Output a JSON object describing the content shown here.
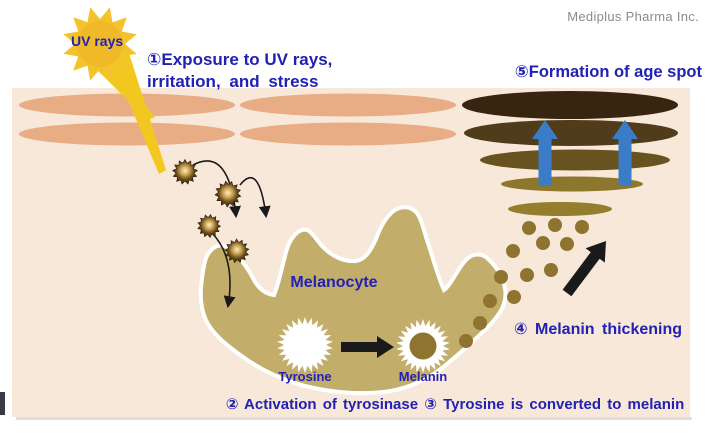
{
  "brand": "Mediplus Pharma Inc.",
  "sun": {
    "label": "UV rays"
  },
  "steps": {
    "step1_line1": "①Exposure to UV rays,",
    "step1_line2": "irritation, and stress",
    "step2_3": "② Activation of tyrosinase ③ Tyrosine is converted to melanin",
    "step4": "④ Melanin thickening",
    "step5": "⑤Formation of age spot"
  },
  "cell": {
    "melanocyte": "Melanocyte",
    "tyrosine": "Tyrosine",
    "melanin": "Melanin"
  },
  "colors": {
    "background": "#ffffff",
    "skin_block": "#f8e8d9",
    "skin_cell_tan": "#e9ad85",
    "age_spot_layers": [
      "#38250f",
      "#503c1b",
      "#68521f",
      "#8d772c",
      "#937e2e"
    ],
    "melanocyte_fill": "#c3ad6b",
    "melanin_granule": "#8f7430",
    "sun_gold": "#efb928",
    "uv_beam_yellow": "#f2c71f",
    "arrow_blue": "#3b7cc9",
    "text_blue": "#2121b3",
    "brand_gray": "#8a8a8a",
    "arrow_black": "#1a1a1a"
  }
}
